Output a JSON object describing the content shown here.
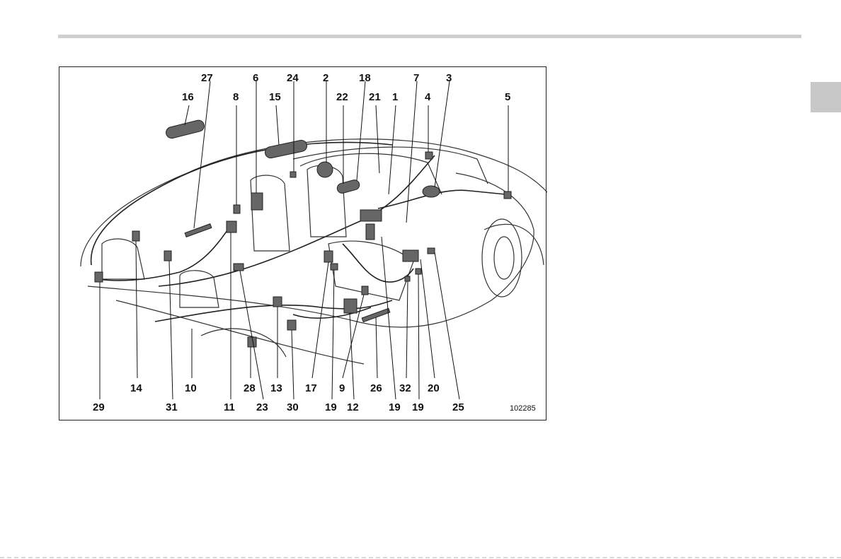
{
  "figure": {
    "id": "102285",
    "labels_top_row1": [
      "27",
      "6",
      "24",
      "2",
      "18",
      "7",
      "3"
    ],
    "labels_top_row2": [
      "16",
      "8",
      "15",
      "22",
      "21",
      "1",
      "4",
      "5"
    ],
    "labels_bottom_row1": [
      "14",
      "10",
      "28",
      "13",
      "17",
      "9",
      "26",
      "32",
      "20"
    ],
    "labels_bottom_row2": [
      "29",
      "31",
      "11",
      "23",
      "30",
      "19",
      "12",
      "19",
      "19",
      "25"
    ]
  },
  "colors": {
    "rule": "#cfcfcf",
    "tab": "#c8c8c8",
    "line": "#222222",
    "part": "#666666"
  }
}
